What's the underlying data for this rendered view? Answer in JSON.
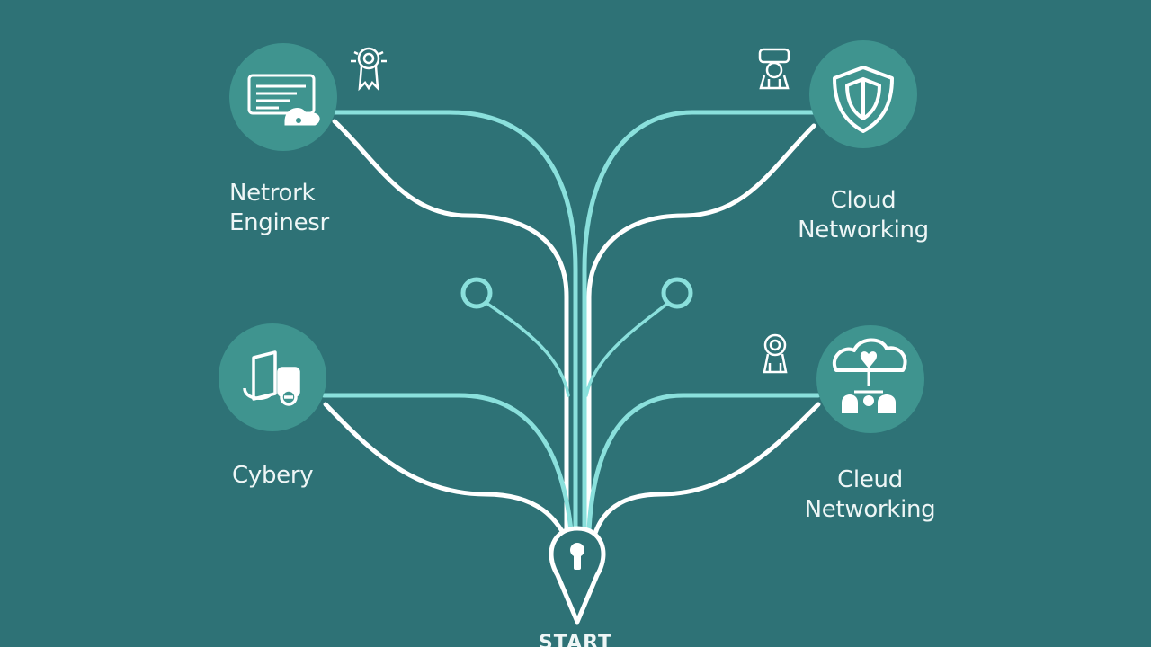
{
  "colors": {
    "background": "#2e7276",
    "node_fill": "#3f948f",
    "line_white": "#ffffff",
    "line_teal": "#8ae0dc",
    "text": "#eef6f6"
  },
  "nodes": {
    "top_left": {
      "icon": "server-screen-icon",
      "badge_icon": "certificate-badge-icon",
      "line1": "Netrork",
      "line2": "Enginesr"
    },
    "top_right": {
      "icon": "shield-icon",
      "badge_icon": "certificate-badge-icon",
      "line1": "Cloud",
      "line2": "Networking"
    },
    "bottom_left": {
      "icon": "security-device-icon",
      "line1": "Cybery"
    },
    "bottom_right": {
      "icon": "cloud-network-icon",
      "badge_icon": "certificate-badge-icon",
      "line1": "Cleud",
      "line2": "Networking"
    }
  },
  "start": {
    "icon": "map-pin-icon",
    "label": "START"
  }
}
